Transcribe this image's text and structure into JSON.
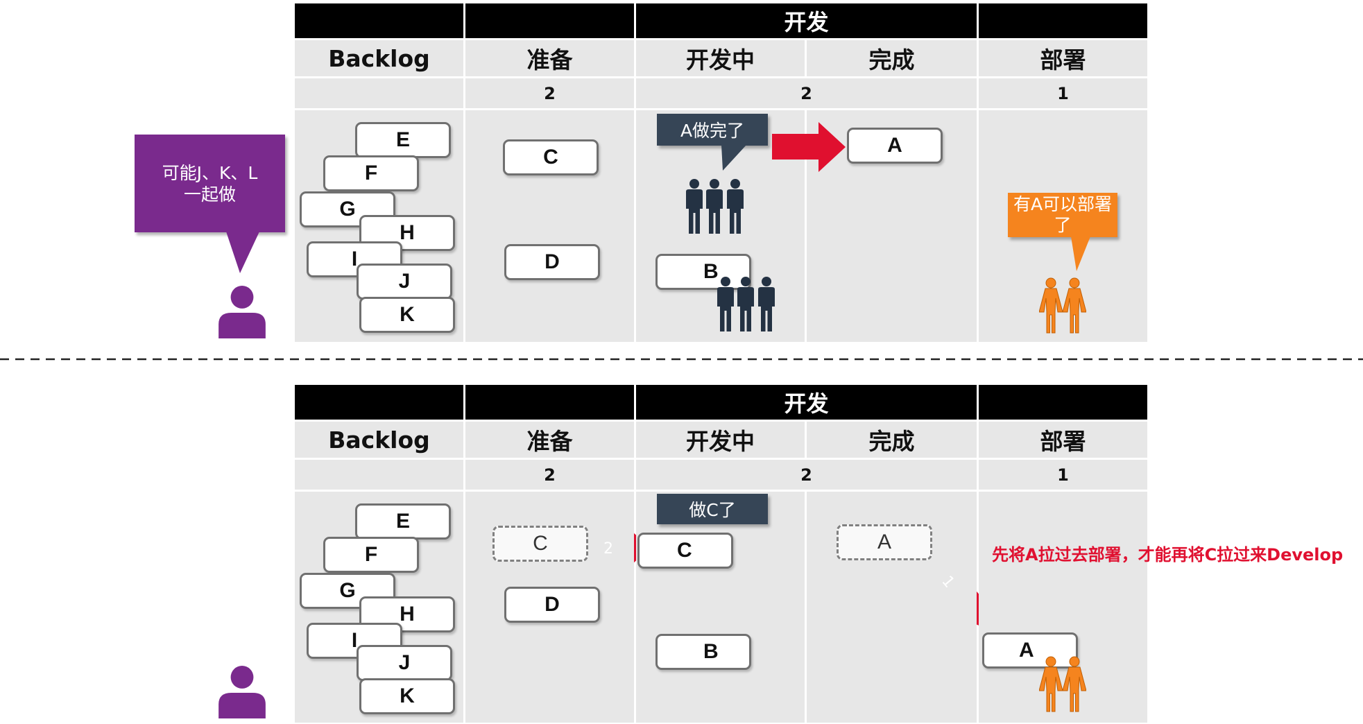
{
  "board": {
    "group_header": "开发",
    "columns": [
      "Backlog",
      "准备",
      "开发中",
      "完成",
      "部署"
    ],
    "wip_limits": {
      "ready": "2",
      "develop": "2",
      "deploy": "1"
    }
  },
  "top": {
    "backlog_cards": [
      "E",
      "F",
      "G",
      "H",
      "I",
      "J",
      "K"
    ],
    "ready_cards": [
      "C",
      "D"
    ],
    "dev_callout": "A做完了",
    "dev_card_b": "B",
    "done_card": "A",
    "deploy_callout": "有A可以部署了",
    "manager_callout": "可能J、K、L一起做"
  },
  "bottom": {
    "backlog_cards": [
      "E",
      "F",
      "G",
      "H",
      "I",
      "J",
      "K"
    ],
    "ready_ghost": "C",
    "ready_card": "D",
    "dev_callout": "做C了",
    "dev_card_c": "C",
    "dev_card_b": "B",
    "done_ghost": "A",
    "deploy_card": "A",
    "arrow_2_label": "2",
    "arrow_1_label": "1",
    "note": "先将A拉过去部署，才能再将C拉过来Develop"
  },
  "colors": {
    "header": "#000000",
    "cell": "#e7e7e7",
    "manager": "#7a2a8d",
    "developer": "#243243",
    "ops": "#f5841e",
    "arrow": "#e0102f"
  },
  "icons": [
    "person-icon",
    "developer-group-icon",
    "ops-pair-icon",
    "arrow-right-icon",
    "arrow-diagonal-icon"
  ]
}
